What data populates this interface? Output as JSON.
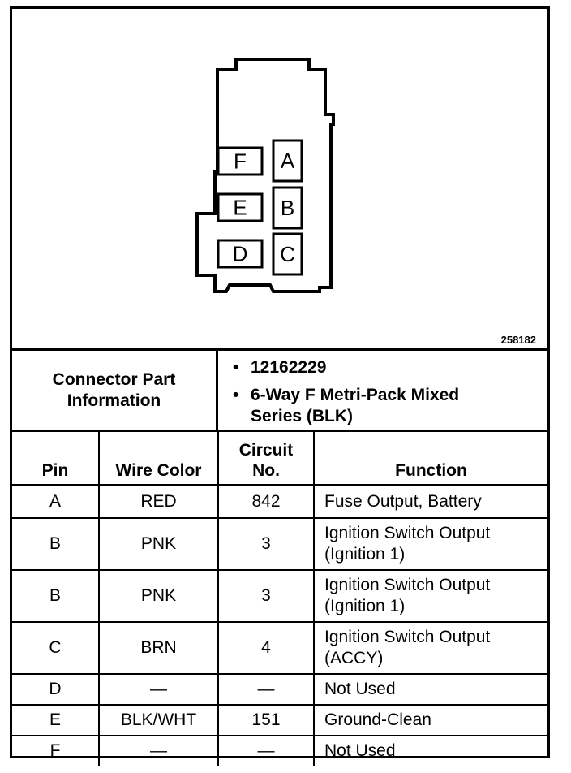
{
  "figure_number": "258182",
  "connector": {
    "pins_left": [
      "F",
      "E",
      "D"
    ],
    "pins_right": [
      "A",
      "B",
      "C"
    ]
  },
  "part_info": {
    "label": "Connector Part Information",
    "items": [
      "12162229",
      "6-Way F Metri-Pack Mixed Series (BLK)"
    ]
  },
  "table": {
    "headers": {
      "pin": "Pin",
      "wire_color": "Wire Color",
      "circuit": "Circuit No.",
      "function": "Function"
    },
    "rows": [
      {
        "pin": "A",
        "wire_color": "RED",
        "circuit": "842",
        "function": "Fuse Output, Battery"
      },
      {
        "pin": "B",
        "wire_color": "PNK",
        "circuit": "3",
        "function": "Ignition Switch Output (Ignition 1)"
      },
      {
        "pin": "B",
        "wire_color": "PNK",
        "circuit": "3",
        "function": "Ignition Switch Output (Ignition 1)"
      },
      {
        "pin": "C",
        "wire_color": "BRN",
        "circuit": "4",
        "function": "Ignition Switch Output (ACCY)"
      },
      {
        "pin": "D",
        "wire_color": "—",
        "circuit": "—",
        "function": "Not Used"
      },
      {
        "pin": "E",
        "wire_color": "BLK/WHT",
        "circuit": "151",
        "function": "Ground-Clean"
      },
      {
        "pin": "F",
        "wire_color": "—",
        "circuit": "—",
        "function": "Not Used"
      }
    ]
  }
}
